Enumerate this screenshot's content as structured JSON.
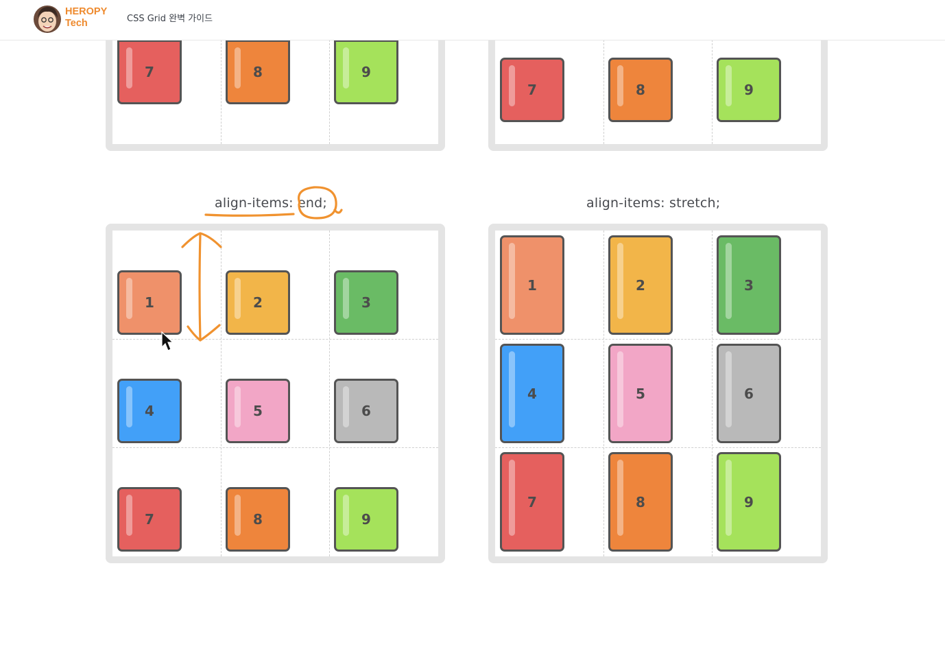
{
  "header": {
    "brand_line1": "HEROPY",
    "brand_line2": "Tech",
    "page_title": "CSS Grid 완벽 가이드"
  },
  "top_left_grid": {
    "items": [
      "7",
      "8",
      "9"
    ]
  },
  "top_right_grid": {
    "items": [
      "7",
      "8",
      "9"
    ]
  },
  "end_grid": {
    "label": "align-items: end;",
    "items": [
      "1",
      "2",
      "3",
      "4",
      "5",
      "6",
      "7",
      "8",
      "9"
    ]
  },
  "stretch_grid": {
    "label": "align-items: stretch;",
    "items": [
      "1",
      "2",
      "3",
      "4",
      "5",
      "6",
      "7",
      "8",
      "9"
    ]
  },
  "colors": {
    "item_1": "#ef916a",
    "item_2": "#f2b549",
    "item_3": "#6abb65",
    "item_4": "#42a0f8",
    "item_5": "#f2a6c6",
    "item_6": "#b9b9b9",
    "item_7": "#e5605e",
    "item_8": "#ee853c",
    "item_9": "#a5e25b",
    "annotation": "#f0922f",
    "brand": "#ee8a2e"
  },
  "icons": [
    "avatar-logo-icon",
    "mouse-pointer-icon"
  ]
}
